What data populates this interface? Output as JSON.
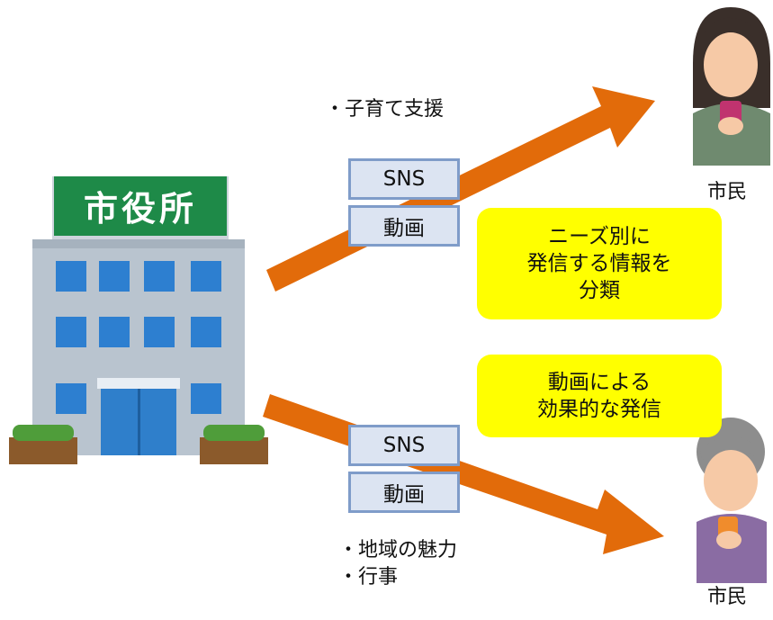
{
  "building": {
    "sign": "市役所"
  },
  "upper_flow": {
    "topics": [
      "・子育て支援"
    ],
    "channels": [
      "SNS",
      "動画"
    ],
    "recipient": "市民"
  },
  "lower_flow": {
    "topics": [
      "・地域の魅力",
      "・行事"
    ],
    "channels": [
      "SNS",
      "動画"
    ],
    "recipient": "市民"
  },
  "callouts": [
    {
      "lines": [
        "ニーズ別に",
        "発信する情報を",
        "分類"
      ]
    },
    {
      "lines": [
        "動画による",
        "効果的な発信"
      ]
    }
  ],
  "colors": {
    "arrow": "#e26b0a",
    "callout": "#ffff00",
    "tag_fill": "#dce4f2",
    "tag_border": "#7f9cc9",
    "sign": "#1e8a48",
    "building_wall": "#b9c4cf",
    "window": "#2d7fd0"
  }
}
